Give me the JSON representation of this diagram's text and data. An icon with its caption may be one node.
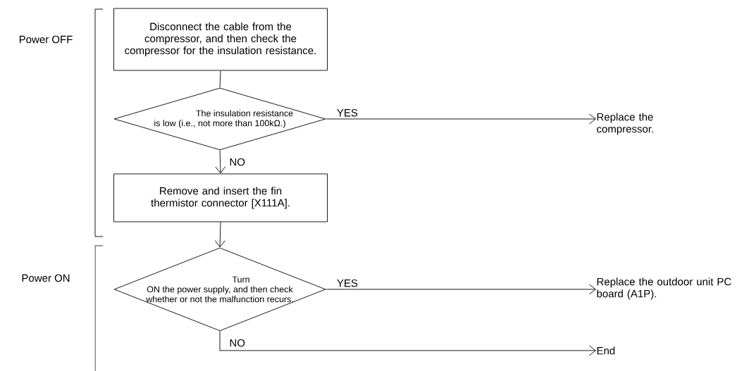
{
  "diagram": {
    "nodes": [
      {
        "text": [
          "Disconnect the cable from the compressor, and then check the compressor for the insulation resistance."
        ]
      },
      {
        "text": [
          "The insulation resistance is low (i.e., not more than 100kΩ.)"
        ]
      },
      {
        "text": [
          "Replace the compressor."
        ]
      },
      {
        "text": [
          "Remove and insert the fin thermistor connector [X111A]."
        ]
      },
      {
        "text": [
          "Turn ON the power supply, and then check whether or not the malfunction recurs."
        ]
      },
      {
        "text": [
          "Replace the outdoor unit PC board (A1P)."
        ]
      },
      {
        "text": [
          "End"
        ]
      }
    ],
    "edges": [
      {
        "from": 0,
        "to": 1,
        "arrow": "none"
      },
      {
        "from": 1,
        "to": 2,
        "arrow": "to",
        "label": "YES"
      },
      {
        "from": 1,
        "to": 3,
        "arrow": "to",
        "label": "NO"
      },
      {
        "from": 3,
        "to": 4,
        "arrow": "to"
      },
      {
        "from": 4,
        "to": 5,
        "arrow": "to",
        "label": "YES"
      },
      {
        "from": 4,
        "to": 6,
        "arrow": "to",
        "label": "NO"
      }
    ],
    "labels": [
      "Power OFF",
      "Power ON"
    ]
  }
}
